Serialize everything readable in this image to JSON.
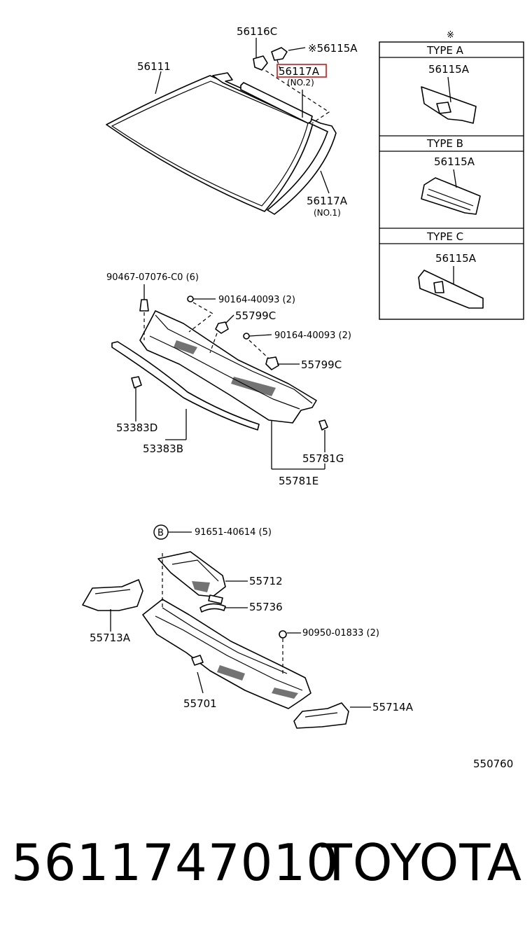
{
  "callouts": {
    "c56116C": "56116C",
    "c56115A_top": "※56115A",
    "c56117A_hl": "56117A",
    "c56117A_no2": "(NO.2)",
    "c56111": "56111",
    "c56117A_main": "56117A",
    "c56117A_no1": "(NO.1)",
    "c90467": "90467-07076-C0 (6)",
    "c90164a": "90164-40093 (2)",
    "c55799C_a": "55799C",
    "c90164b": "90164-40093 (2)",
    "c55799C_b": "55799C",
    "c53383D": "53383D",
    "c53383B": "53383B",
    "c55781G": "55781G",
    "c55781E": "55781E",
    "circle_b": "B",
    "c91651": "91651-40614 (5)",
    "c55712": "55712",
    "c55736": "55736",
    "c55713A": "55713A",
    "c90950": "90950-01833 (2)",
    "c55701": "55701",
    "c55714A": "55714A",
    "diagram_code": "550760"
  },
  "legend": {
    "mark": "※",
    "types": [
      {
        "title": "TYPE    A",
        "part": "56115A"
      },
      {
        "title": "TYPE    B",
        "part": "56115A"
      },
      {
        "title": "TYPE    C",
        "part": "56115A"
      }
    ]
  },
  "footer": {
    "part_number": "5611747010",
    "brand": "TOYOTA"
  },
  "colors": {
    "highlight": "#d9302c",
    "ink": "#000000"
  }
}
